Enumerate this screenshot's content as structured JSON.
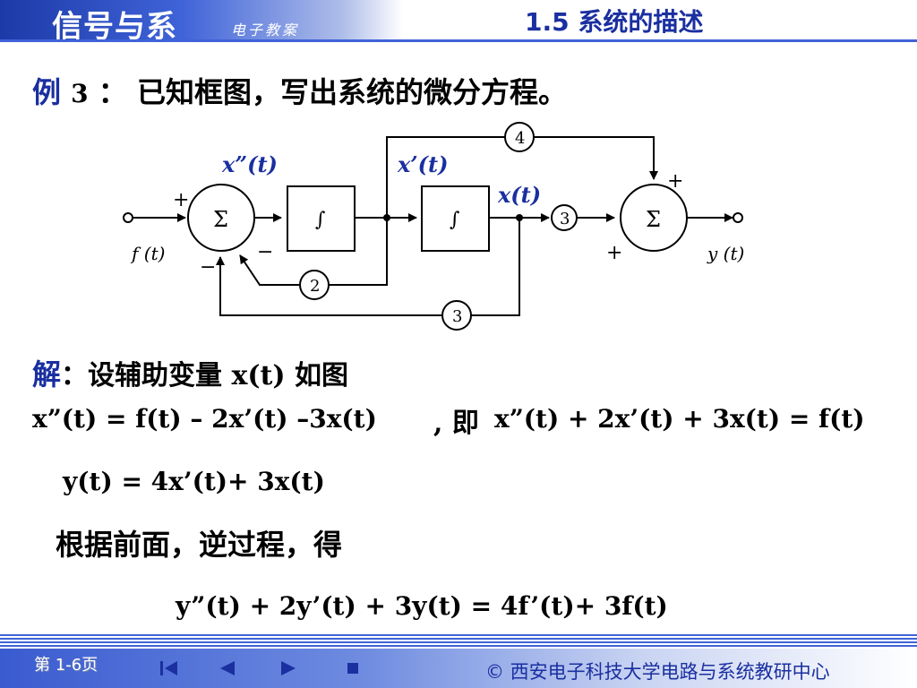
{
  "header": {
    "title": "信号与系",
    "subtitle": "电子教案",
    "section": "1.5   系统的描述"
  },
  "problem": {
    "label": "例",
    "number": "3",
    "colon": "：",
    "text": "已知框图，写出系统的微分方程。"
  },
  "diagram": {
    "signal_x2": "x”(t)",
    "signal_x1": "x’(t)",
    "signal_x": "x(t)",
    "input": "f (t)",
    "output": "y (t)",
    "sum_symbol": "Σ",
    "integrator_symbol": "∫",
    "gain_top": "4",
    "gain_fb1": "2",
    "gain_fb2": "3",
    "gain_forward": "3",
    "sign_plus": "+",
    "sign_minus": "−"
  },
  "solution": {
    "label": "解",
    "intro": "：设辅助变量 x(t) 如图",
    "eq1_left": "x”(t) = f(t) – 2x’(t) –3x(t)",
    "eq1_join": ", 即",
    "eq1_right": "x”(t) + 2x’(t) + 3x(t) = f(t)",
    "eq2": "y(t) = 4x’(t)+ 3x(t)",
    "reasoning": "根据前面，逆过程，得",
    "result": "y”(t) + 2y’(t) + 3y(t) = 4f’(t)+ 3f(t)"
  },
  "footer": {
    "page": "第 1-6页",
    "copyright": "© 西安电子科技大学电路与系统教研中心"
  }
}
